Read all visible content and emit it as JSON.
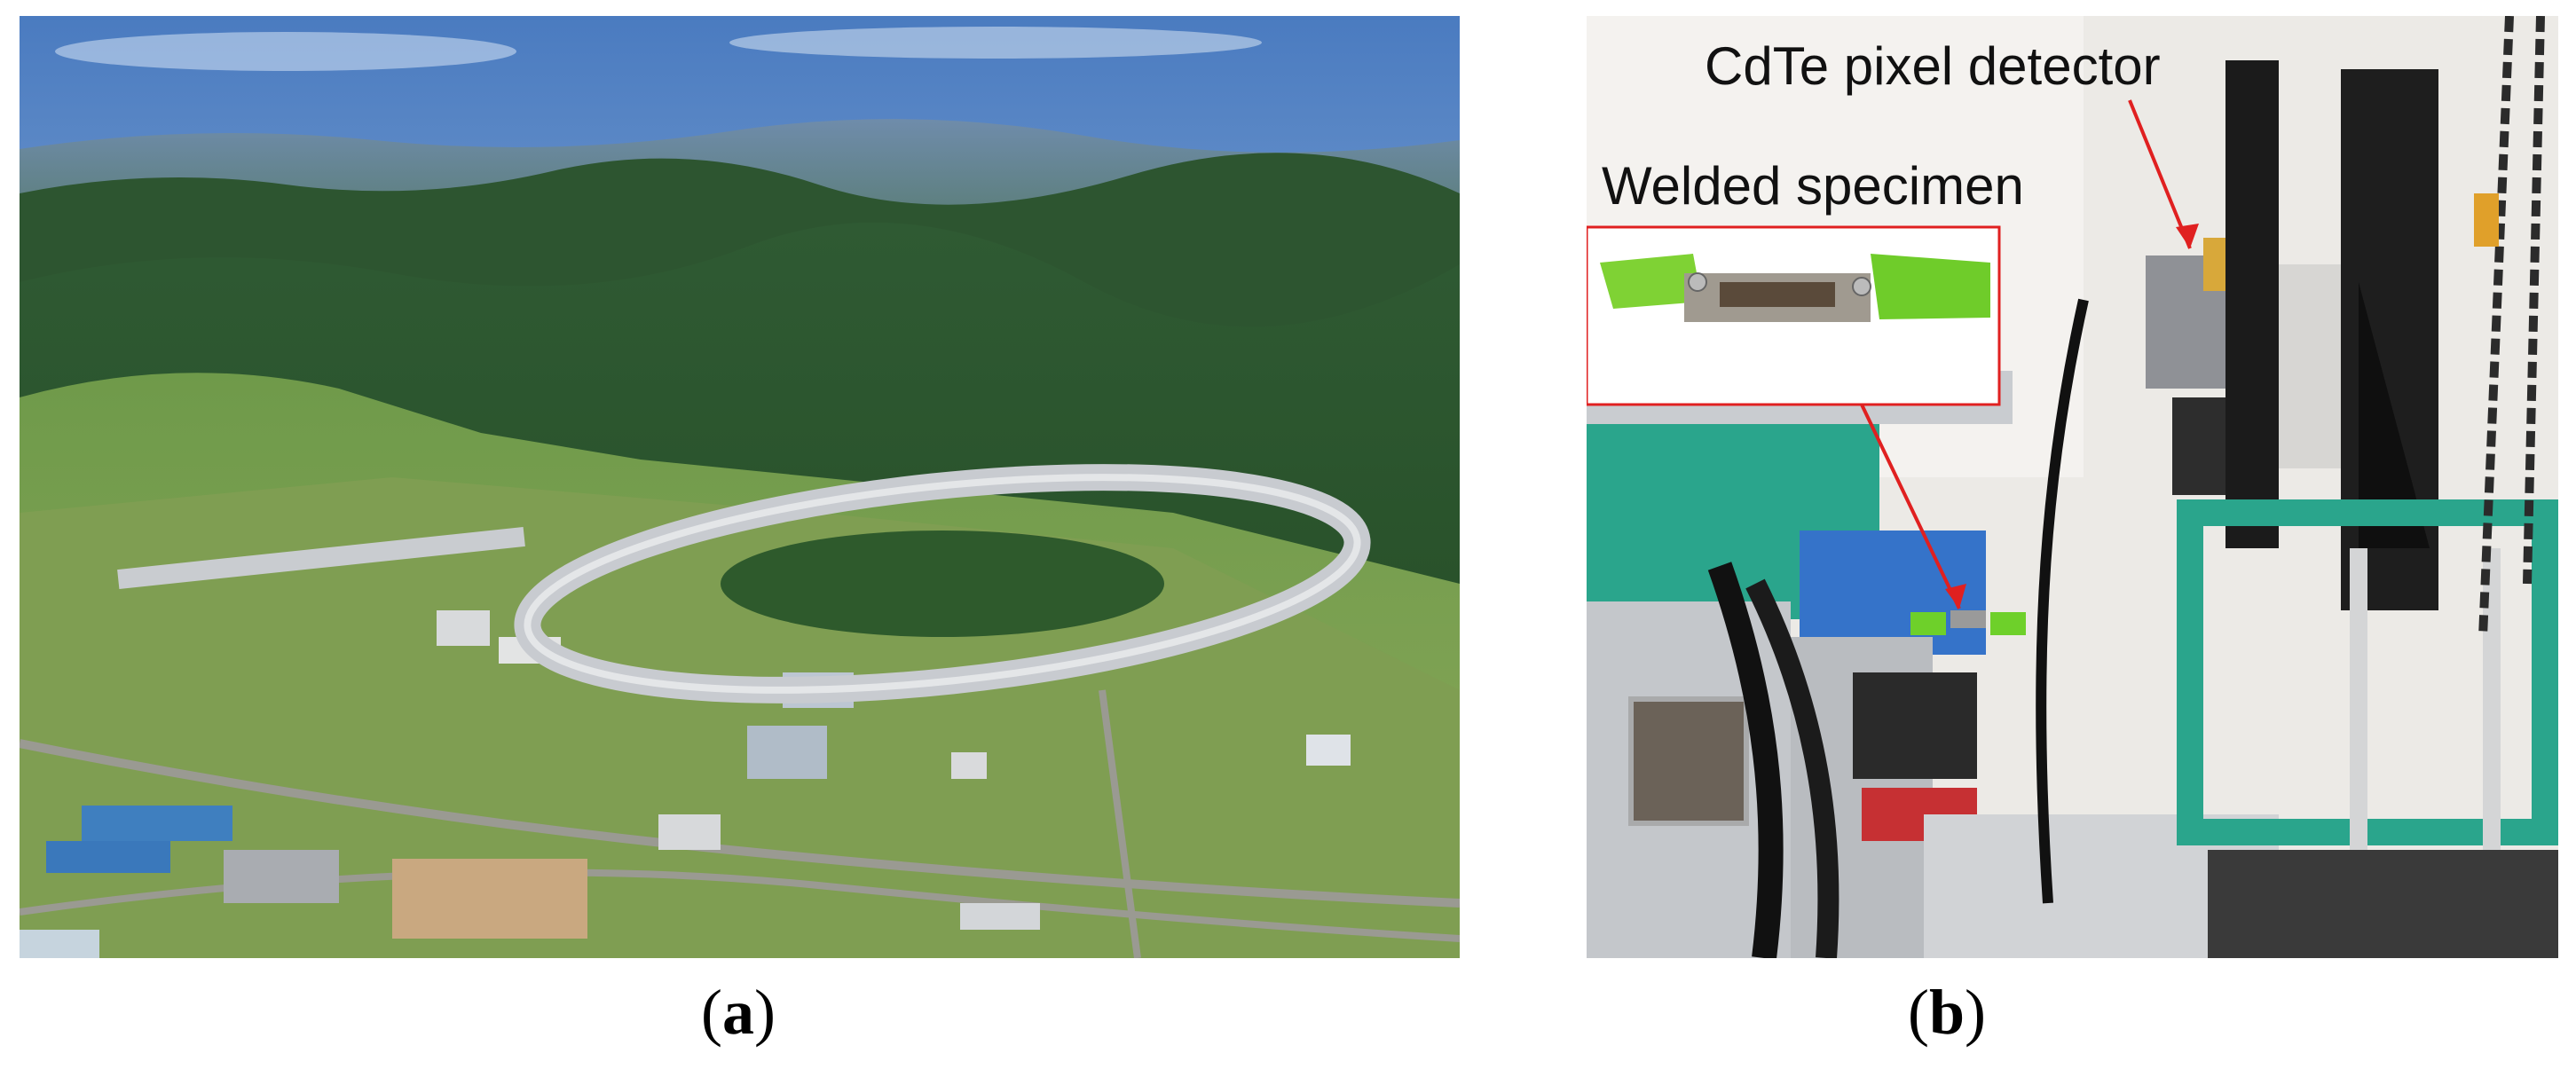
{
  "panels": [
    {
      "id": "a",
      "caption": "a",
      "subject": "aerial view of synchrotron ring facility in forested hills"
    },
    {
      "id": "b",
      "caption": "b",
      "subject": "experimental setup with detector and welded specimen"
    }
  ],
  "annotations": {
    "detector": "CdTe pixel detector",
    "specimen": "Welded specimen"
  },
  "colors": {
    "callout": "#e02020",
    "forest": "#2f5e2a",
    "sky": "#4f7fbf",
    "tape_green": "#6ed02a",
    "frame_teal": "#2aa58c"
  }
}
